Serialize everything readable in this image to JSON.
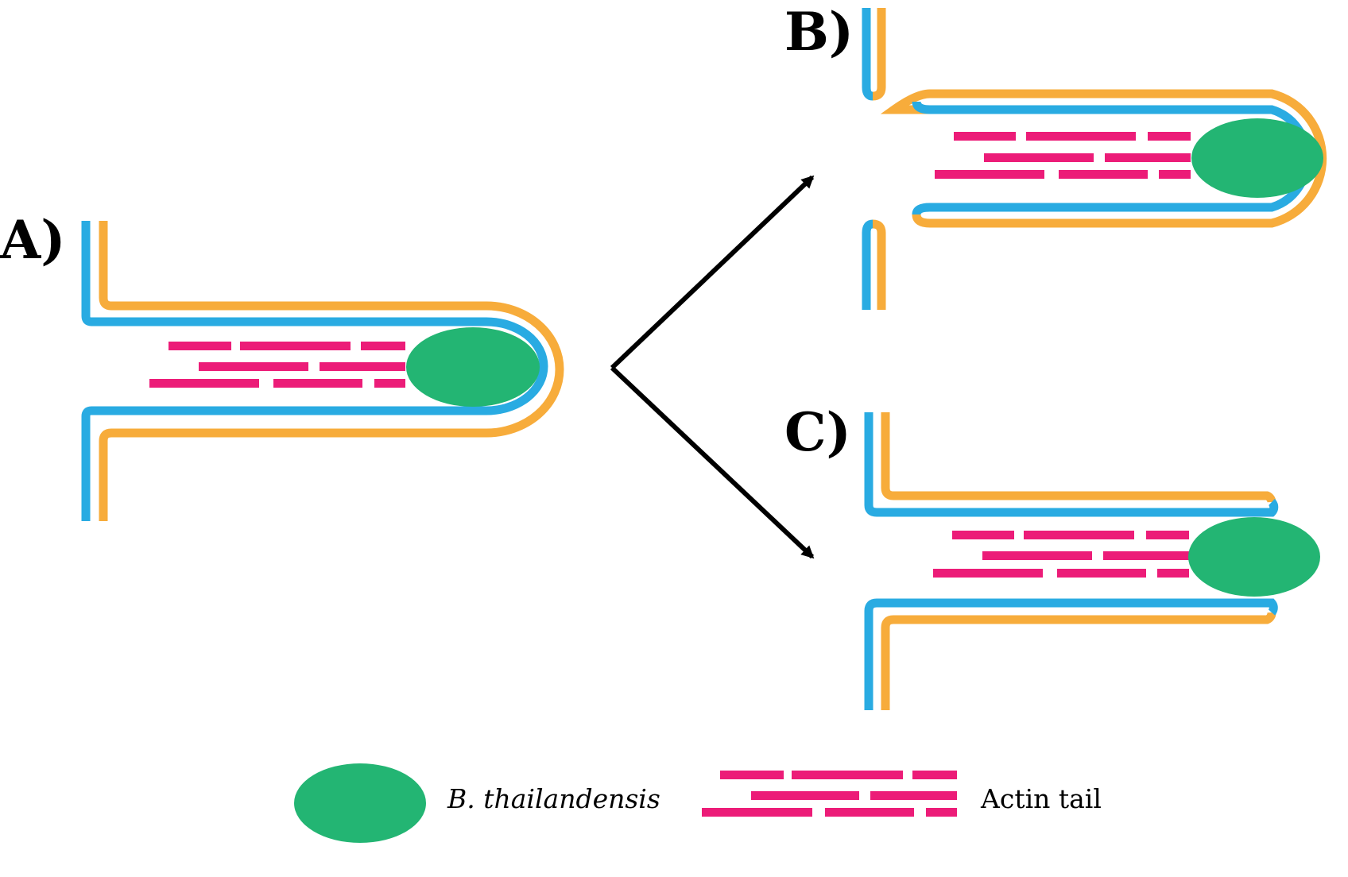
{
  "panels": {
    "a": {
      "label": "A)"
    },
    "b": {
      "label": "B)"
    },
    "c": {
      "label": "C)"
    }
  },
  "legend": {
    "bacterium": "B. thailandensis",
    "actin": "Actin tail"
  },
  "colors": {
    "membrane_outer": "#F7AC3B",
    "membrane_inner": "#29ABE2",
    "bacterium": "#23B573",
    "actin": "#EC1C78",
    "arrow": "#000000"
  }
}
